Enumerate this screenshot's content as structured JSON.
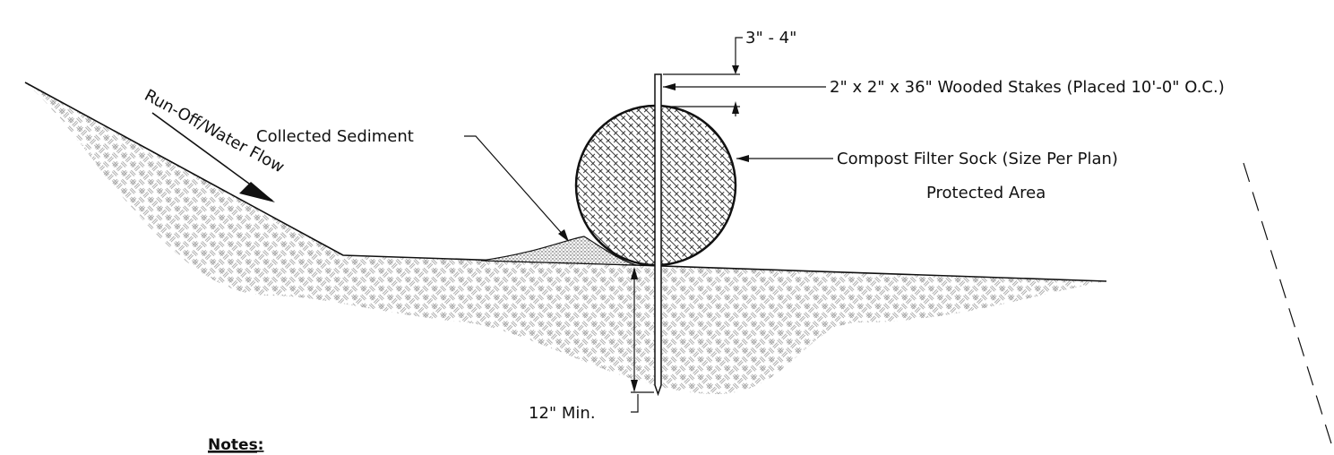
{
  "labels": {
    "stake_offset": "3\" - 4\"",
    "stake_spec": "2\" x 2\" x 36\" Wooded Stakes (Placed 10'-0\" O.C.)",
    "sock_spec": "Compost Filter Sock (Size Per Plan)",
    "protected_area": "Protected Area",
    "collected_sediment": "Collected Sediment",
    "runoff": "Run-Off/Water Flow",
    "embed_depth": "12\" Min.",
    "notes_heading": "Notes:"
  },
  "colors": {
    "line": "#111111",
    "soil_hatch": "#9a9a9a",
    "sock_hatch": "#222222",
    "sediment": "#333333"
  }
}
